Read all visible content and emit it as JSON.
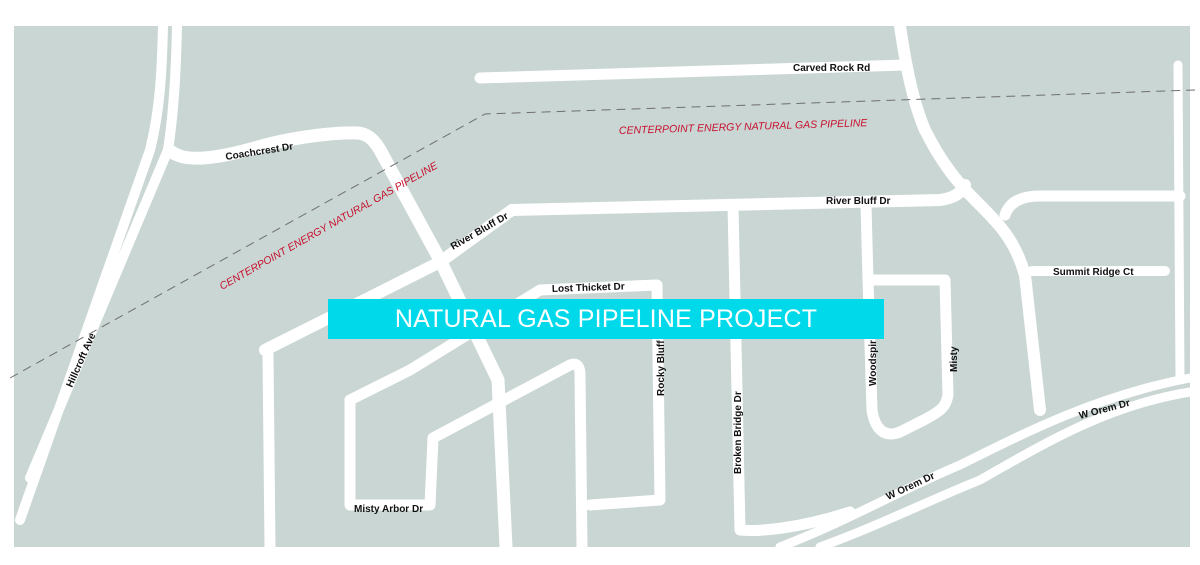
{
  "map": {
    "colors": {
      "land": "#c9d6d4",
      "road": "#ffffff",
      "pipeline_line": "#6f6f6f",
      "pipeline_label": "#c8102e",
      "banner_bg": "#00d9ea",
      "banner_text": "#ffffff"
    },
    "banner": {
      "title": "NATURAL GAS PIPELINE PROJECT"
    },
    "pipeline_labels": [
      "CENTERPOINT ENERGY NATURAL GAS PIPELINE",
      "CENTERPOINT ENERGY NATURAL GAS PIPELINE"
    ],
    "streets": {
      "carved_rock_rd": "Carved Rock Rd",
      "coachcrest_dr": "Coachcrest Dr",
      "river_bluff_dr_west": "River Bluff Dr",
      "river_bluff_dr_east": "River Bluff Dr",
      "hillcroft_ave": "Hillcroft Ave",
      "lost_thicket_dr": "Lost Thicket Dr",
      "summit_ridge_ct": "Summit Ridge Ct",
      "rocky_bluff": "Rocky Bluff",
      "woodspir": "Woodspir",
      "misty": "Misty",
      "broken_bridge_dr": "Broken Bridge Dr",
      "misty_arbor_dr": "Misty Arbor Dr",
      "w_orem_dr_east": "W Orem Dr",
      "w_orem_dr_west": "W Orem Dr"
    }
  }
}
